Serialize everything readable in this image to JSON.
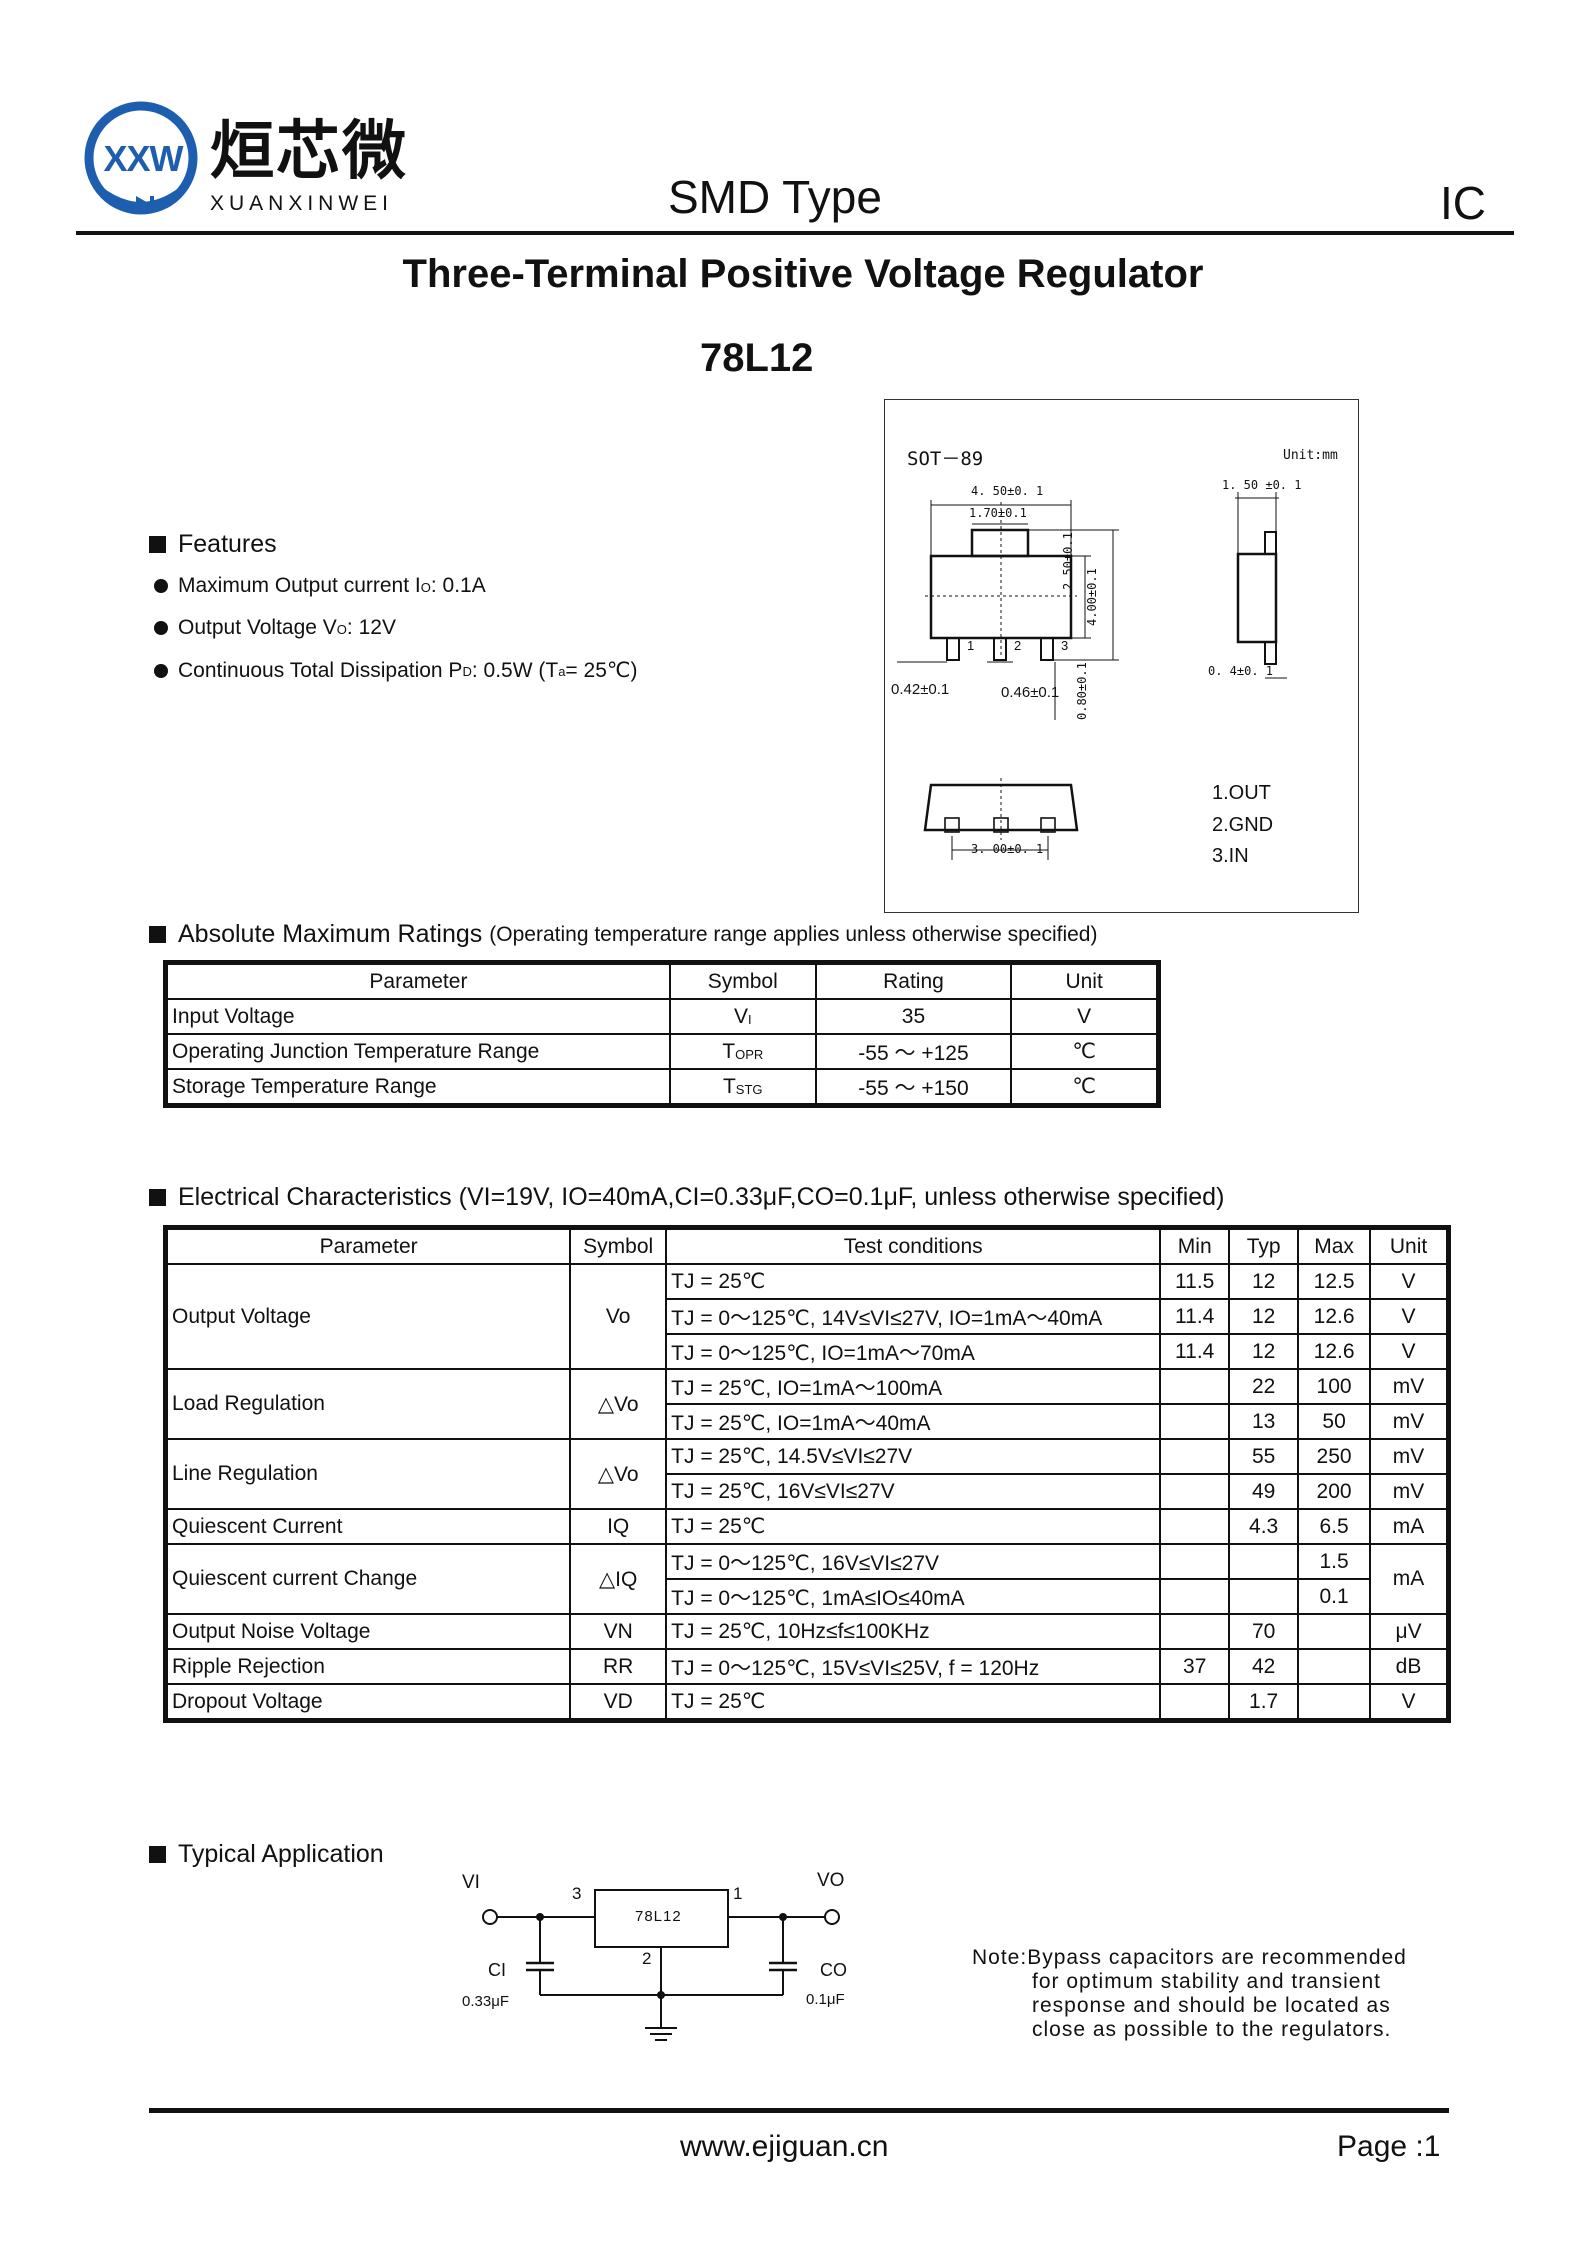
{
  "header": {
    "logo_mark": "XXW",
    "logo_cn": "烜芯微",
    "logo_en": "XUANXINWEI",
    "type_label": "SMD Type",
    "category": "IC"
  },
  "title": "Three-Terminal Positive Voltage Regulator",
  "part_number": "78L12",
  "package": {
    "name": "SOT－89",
    "unit": "Unit:mm",
    "dims": {
      "width": "4. 50±0. 1",
      "tab": "1.70±0.1",
      "height_body": "2.50±0.1",
      "height_total": "4.00±0.1",
      "pin_pitch": "0.42±0.1",
      "pin_mid": "0.46±0.1",
      "lead_len": "0.80±0.1",
      "side_thick": "1. 50 ±0. 1",
      "side_lead": "0. 4±0. 1",
      "bottom_span": "3. 00±0. 1"
    },
    "pins_labels": [
      "1",
      "2",
      "3"
    ],
    "pins": [
      "1.OUT",
      "2.GND",
      "3.IN"
    ]
  },
  "features": {
    "heading": "Features",
    "items": [
      {
        "pre": "Maximum Output current I",
        "sub": "O",
        "post": ": 0.1A"
      },
      {
        "pre": "Output Voltage V",
        "sub": "O",
        "post": ": 12V"
      },
      {
        "pre": "Continuous Total Dissipation P",
        "sub": "D",
        "post": ": 0.5W (T",
        "sub2": "a",
        "post2": " = 25℃)"
      }
    ]
  },
  "abs_max": {
    "heading": "Absolute Maximum Ratings",
    "note": "(Operating temperature range applies unless otherwise specified)",
    "headers": [
      "Parameter",
      "Symbol",
      "Rating",
      "Unit"
    ],
    "rows": [
      {
        "param": "Input Voltage",
        "sym": "V",
        "sym_sub": "I",
        "rating": "35",
        "unit": "V"
      },
      {
        "param": "Operating Junction Temperature Range",
        "sym": "T",
        "sym_sub": "OPR",
        "rating": "-55 ～ +125",
        "unit": "℃"
      },
      {
        "param": "Storage Temperature Range",
        "sym": "T",
        "sym_sub": "STG",
        "rating": "-55 ～ +150",
        "unit": "℃"
      }
    ]
  },
  "elec": {
    "heading": "Electrical Characteristics (VI=19V, IO=40mA,CI=0.33μF,CO=0.1μF, unless otherwise specified)",
    "headers": [
      "Parameter",
      "Symbol",
      "Test conditions",
      "Min",
      "Typ",
      "Max",
      "Unit"
    ],
    "groups": [
      {
        "param": "Output Voltage",
        "sym": "Vo",
        "rows": [
          {
            "cond": "TJ = 25℃",
            "min": "11.5",
            "typ": "12",
            "max": "12.5",
            "unit": "V"
          },
          {
            "cond": "TJ = 0～125℃, 14V≤VI≤27V, IO=1mA～40mA",
            "min": "11.4",
            "typ": "12",
            "max": "12.6",
            "unit": "V"
          },
          {
            "cond": "TJ = 0～125℃, IO=1mA～70mA",
            "min": "11.4",
            "typ": "12",
            "max": "12.6",
            "unit": "V"
          }
        ]
      },
      {
        "param": "Load Regulation",
        "sym": "△Vo",
        "rows": [
          {
            "cond": "TJ = 25℃, IO=1mA～100mA",
            "min": "",
            "typ": "22",
            "max": "100",
            "unit": "mV"
          },
          {
            "cond": "TJ = 25℃, IO=1mA～40mA",
            "min": "",
            "typ": "13",
            "max": "50",
            "unit": "mV"
          }
        ]
      },
      {
        "param": "Line Regulation",
        "sym": "△Vo",
        "rows": [
          {
            "cond": "TJ = 25℃, 14.5V≤VI≤27V",
            "min": "",
            "typ": "55",
            "max": "250",
            "unit": "mV"
          },
          {
            "cond": "TJ = 25℃, 16V≤VI≤27V",
            "min": "",
            "typ": "49",
            "max": "200",
            "unit": "mV"
          }
        ]
      },
      {
        "param": "Quiescent Current",
        "sym": "IQ",
        "rows": [
          {
            "cond": "TJ = 25℃",
            "min": "",
            "typ": "4.3",
            "max": "6.5",
            "unit": "mA"
          }
        ]
      },
      {
        "param": "Quiescent current Change",
        "sym": "△IQ",
        "unit_merged": "mA",
        "rows": [
          {
            "cond": "TJ = 0～125℃, 16V≤VI≤27V",
            "min": "",
            "typ": "",
            "max": "1.5"
          },
          {
            "cond": "TJ = 0～125℃, 1mA≤IO≤40mA",
            "min": "",
            "typ": "",
            "max": "0.1"
          }
        ]
      },
      {
        "param": "Output Noise Voltage",
        "sym": "VN",
        "rows": [
          {
            "cond": "TJ = 25℃, 10Hz≤f≤100KHz",
            "min": "",
            "typ": "70",
            "max": "",
            "unit": "μV"
          }
        ]
      },
      {
        "param": "Ripple Rejection",
        "sym": "RR",
        "rows": [
          {
            "cond": "TJ = 0～125℃, 15V≤VI≤25V, f = 120Hz",
            "min": "37",
            "typ": "42",
            "max": "",
            "unit": "dB"
          }
        ]
      },
      {
        "param": "Dropout Voltage",
        "sym": "VD",
        "rows": [
          {
            "cond": "TJ = 25℃",
            "min": "",
            "typ": "1.7",
            "max": "",
            "unit": "V"
          }
        ]
      }
    ]
  },
  "application": {
    "heading": "Typical Application",
    "vi": "VI",
    "vo": "VO",
    "ic": "78L12",
    "pin_in": "3",
    "pin_out": "1",
    "pin_gnd": "2",
    "ci": "CI",
    "ci_val": "0.33μF",
    "co": "CO",
    "co_val": "0.1μF",
    "note": [
      "Note:Bypass capacitors are recommended",
      "for optimum stability and transient",
      "response and should be located as",
      "close as possible to the regulators."
    ]
  },
  "footer": {
    "url": "www.ejiguan.cn",
    "page": "Page :1"
  }
}
